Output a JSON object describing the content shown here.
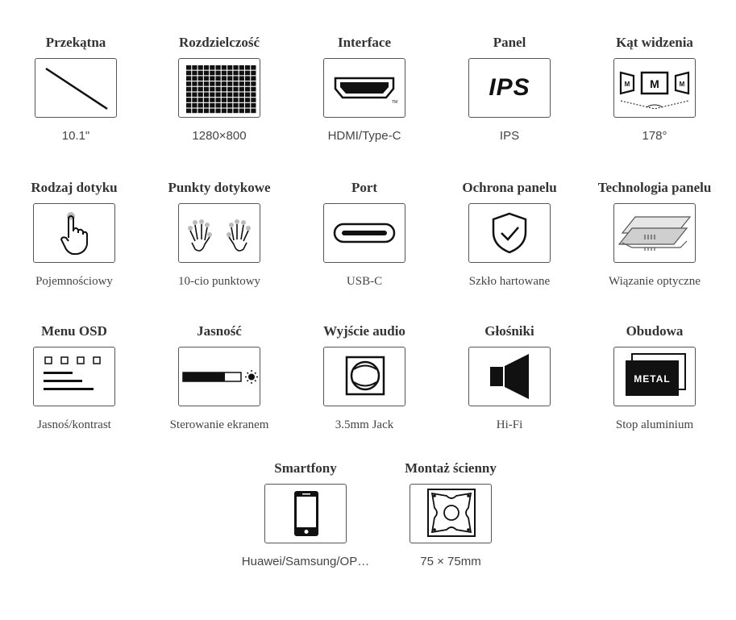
{
  "features": [
    {
      "title": "Przekątna",
      "value": "10.1\"",
      "icon": "diagonal-line-icon"
    },
    {
      "title": "Rozdzielczość",
      "value": "1280×800",
      "icon": "pixel-grid-icon"
    },
    {
      "title": "Interface",
      "value": "HDMI/Type-C",
      "icon": "hdmi-port-icon"
    },
    {
      "title": "Panel",
      "value": "IPS",
      "icon": "ips-text-icon",
      "icon_text": "IPS"
    },
    {
      "title": "Kąt widzenia",
      "value": "178°",
      "icon": "viewing-angle-icon",
      "icon_text": "M"
    },
    {
      "title": "Rodzaj dotyku",
      "value": "Pojemnościowy",
      "icon": "touch-finger-icon"
    },
    {
      "title": "Punkty dotykowe",
      "value": "10-cio punktowy",
      "icon": "ten-finger-touch-icon"
    },
    {
      "title": "Port",
      "value": "USB-C",
      "icon": "usb-c-port-icon"
    },
    {
      "title": "Ochrona panelu",
      "value": "Szkło hartowane",
      "icon": "shield-check-icon"
    },
    {
      "title": "Technologia panelu",
      "value": "Wiązanie optyczne",
      "icon": "optical-bonding-layers-icon"
    },
    {
      "title": "Menu OSD",
      "value": "Jasnoś/kontrast",
      "icon": "osd-menu-icon"
    },
    {
      "title": "Jasność",
      "value": "Sterowanie ekranem",
      "icon": "brightness-bar-icon"
    },
    {
      "title": "Wyjście audio",
      "value": "3.5mm Jack",
      "icon": "audio-jack-icon"
    },
    {
      "title": "Głośniki",
      "value": "Hi-Fi",
      "icon": "speaker-icon"
    },
    {
      "title": "Obudowa",
      "value": "Stop aluminium",
      "icon": "metal-housing-icon",
      "icon_text": "METAL"
    },
    {
      "title": "Smartfony",
      "value": "Huawei/Samsung/OP…",
      "icon": "smartphone-icon"
    },
    {
      "title": "Montaż ścienny",
      "value": "75 × 75mm",
      "icon": "vesa-mount-icon"
    }
  ]
}
